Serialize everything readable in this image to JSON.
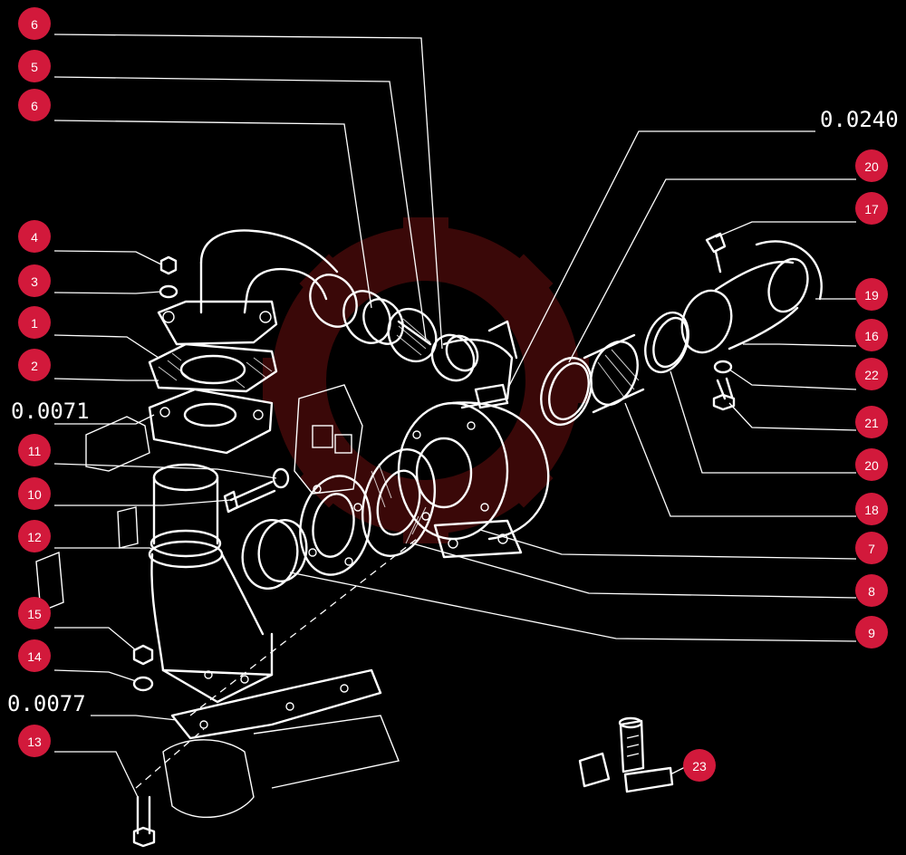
{
  "diagram": {
    "callouts": [
      {
        "id": "c6a",
        "label": "6"
      },
      {
        "id": "c5",
        "label": "5"
      },
      {
        "id": "c6b",
        "label": "6"
      },
      {
        "id": "c4",
        "label": "4"
      },
      {
        "id": "c3",
        "label": "3"
      },
      {
        "id": "c1",
        "label": "1"
      },
      {
        "id": "c2",
        "label": "2"
      },
      {
        "id": "c11",
        "label": "11"
      },
      {
        "id": "c10",
        "label": "10"
      },
      {
        "id": "c12",
        "label": "12"
      },
      {
        "id": "c15",
        "label": "15"
      },
      {
        "id": "c14",
        "label": "14"
      },
      {
        "id": "c13",
        "label": "13"
      },
      {
        "id": "c20a",
        "label": "20"
      },
      {
        "id": "c17",
        "label": "17"
      },
      {
        "id": "c19",
        "label": "19"
      },
      {
        "id": "c16",
        "label": "16"
      },
      {
        "id": "c22",
        "label": "22"
      },
      {
        "id": "c21",
        "label": "21"
      },
      {
        "id": "c20b",
        "label": "20"
      },
      {
        "id": "c18",
        "label": "18"
      },
      {
        "id": "c7",
        "label": "7"
      },
      {
        "id": "c8",
        "label": "8"
      },
      {
        "id": "c9",
        "label": "9"
      },
      {
        "id": "c23",
        "label": "23"
      }
    ],
    "codes": [
      {
        "id": "k0240",
        "label": "0.0240"
      },
      {
        "id": "k0071",
        "label": "0.0071"
      },
      {
        "id": "k0077",
        "label": "0.0077"
      }
    ],
    "colors": {
      "background": "#000000",
      "badge": "#d2193b",
      "line": "#ffffff",
      "watermark": "#6b1010"
    }
  }
}
